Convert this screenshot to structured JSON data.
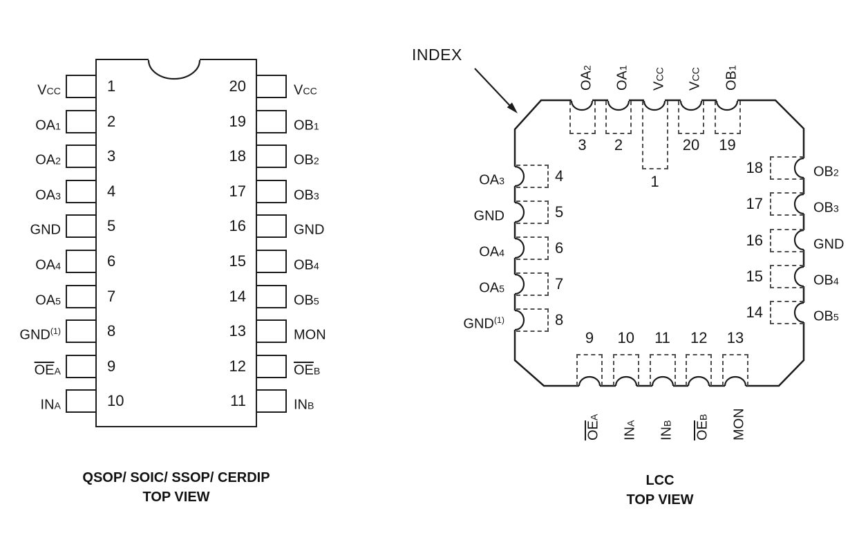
{
  "page": {
    "background": "#ffffff",
    "line_color": "#1b1b1b",
    "dash_color": "#4d4d4d",
    "text_color": "#151515"
  },
  "dip": {
    "caption": {
      "line1": "QSOP/ SOIC/ SSOP/ CERDIP",
      "line2": "TOP VIEW"
    },
    "left_pins": [
      {
        "num": "1",
        "base": "V",
        "sub": "CC"
      },
      {
        "num": "2",
        "base": "OA",
        "sub": "1"
      },
      {
        "num": "3",
        "base": "OA",
        "sub": "2"
      },
      {
        "num": "4",
        "base": "OA",
        "sub": "3"
      },
      {
        "num": "5",
        "base": "GND"
      },
      {
        "num": "6",
        "base": "OA",
        "sub": "4"
      },
      {
        "num": "7",
        "base": "OA",
        "sub": "5"
      },
      {
        "num": "8",
        "base": "GND",
        "sup": "(1)"
      },
      {
        "num": "9",
        "over": "OE",
        "sub": "A"
      },
      {
        "num": "10",
        "base": "IN",
        "sub": "A"
      }
    ],
    "right_pins": [
      {
        "num": "20",
        "base": "V",
        "sub": "CC"
      },
      {
        "num": "19",
        "base": "OB",
        "sub": "1"
      },
      {
        "num": "18",
        "base": "OB",
        "sub": "2"
      },
      {
        "num": "17",
        "base": "OB",
        "sub": "3"
      },
      {
        "num": "16",
        "base": "GND"
      },
      {
        "num": "15",
        "base": "OB",
        "sub": "4"
      },
      {
        "num": "14",
        "base": "OB",
        "sub": "5"
      },
      {
        "num": "13",
        "base": "MON"
      },
      {
        "num": "12",
        "over": "OE",
        "sub": "B"
      },
      {
        "num": "11",
        "base": "IN",
        "sub": "B"
      }
    ]
  },
  "lcc": {
    "index_label": "INDEX",
    "caption": {
      "line1": "LCC",
      "line2": "TOP VIEW"
    },
    "top_pads": [
      {
        "num": "3",
        "base": "OA",
        "sub": "2"
      },
      {
        "num": "2",
        "base": "OA",
        "sub": "1"
      },
      {
        "num": "1",
        "base": "V",
        "sub": "CC"
      },
      {
        "num": "20",
        "base": "V",
        "sub": "CC"
      },
      {
        "num": "19",
        "base": "OB",
        "sub": "1"
      }
    ],
    "left_pads": [
      {
        "num": "4",
        "base": "OA",
        "sub": "3"
      },
      {
        "num": "5",
        "base": "GND"
      },
      {
        "num": "6",
        "base": "OA",
        "sub": "4"
      },
      {
        "num": "7",
        "base": "OA",
        "sub": "5"
      },
      {
        "num": "8",
        "base": "GND",
        "sup": "(1)"
      }
    ],
    "right_pads": [
      {
        "num": "18",
        "base": "OB",
        "sub": "2"
      },
      {
        "num": "17",
        "base": "OB",
        "sub": "3"
      },
      {
        "num": "16",
        "base": "GND"
      },
      {
        "num": "15",
        "base": "OB",
        "sub": "4"
      },
      {
        "num": "14",
        "base": "OB",
        "sub": "5"
      }
    ],
    "bottom_pads": [
      {
        "num": "9",
        "over": "OE",
        "sub": "A"
      },
      {
        "num": "10",
        "base": "IN",
        "sub": "A"
      },
      {
        "num": "11",
        "base": "IN",
        "sub": "B"
      },
      {
        "num": "12",
        "over": "OE",
        "sub": "B"
      },
      {
        "num": "13",
        "base": "MON"
      }
    ]
  }
}
